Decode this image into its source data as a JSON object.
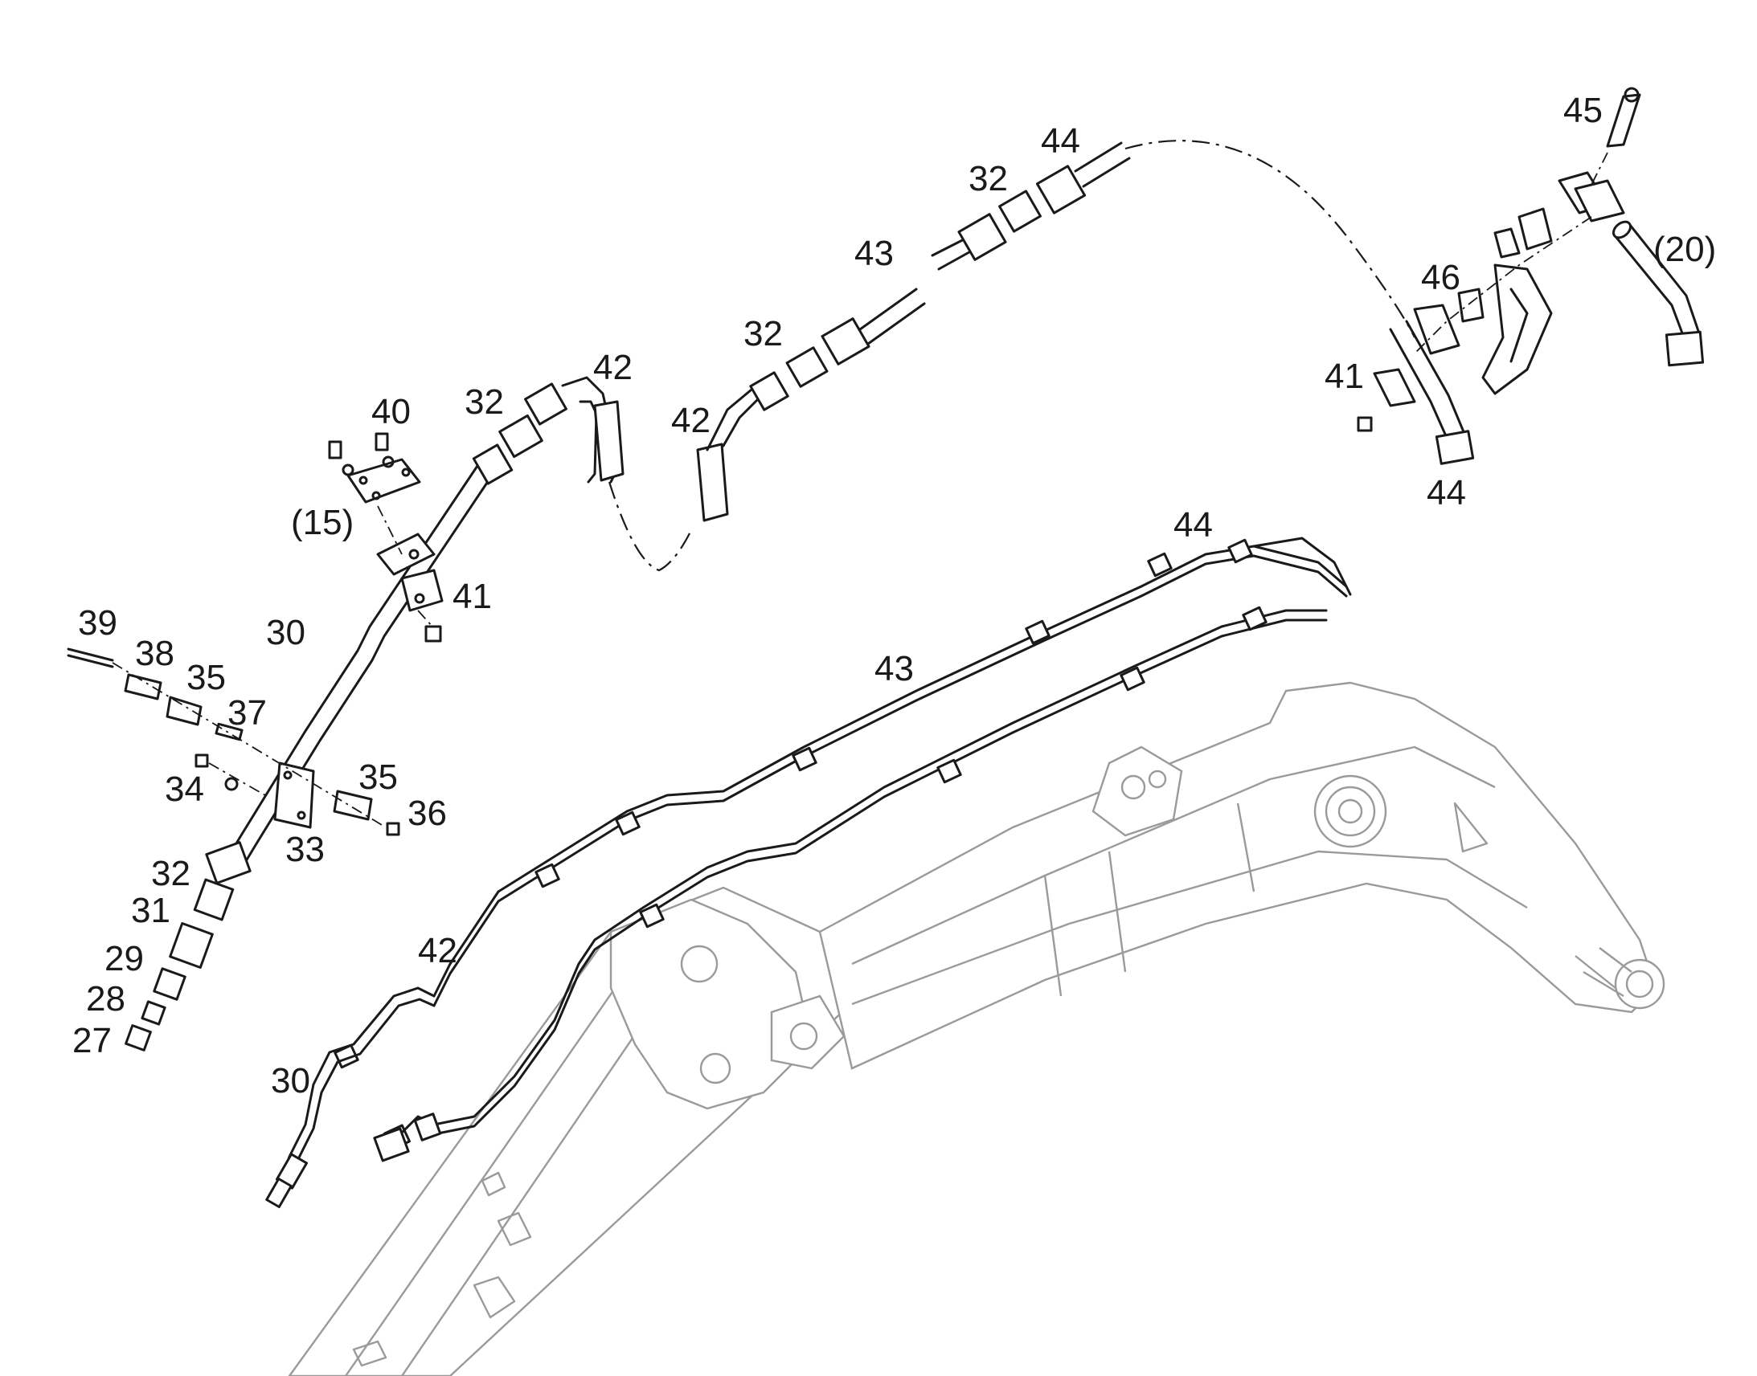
{
  "diagram": {
    "labels": {
      "l27": "27",
      "l28": "28",
      "l29": "29",
      "l30a": "30",
      "l30b": "30",
      "l31": "31",
      "l32a": "32",
      "l32b": "32",
      "l32c": "32",
      "l32d": "32",
      "l33": "33",
      "l34": "34",
      "l35a": "35",
      "l35b": "35",
      "l36": "36",
      "l37": "37",
      "l38": "38",
      "l39": "39",
      "l40": "40",
      "l41a": "41",
      "l41b": "41",
      "l42a": "42",
      "l42b": "42",
      "l42c": "42",
      "l43a": "43",
      "l43b": "43",
      "l44a": "44",
      "l44b": "44",
      "l44c": "44",
      "l45": "45",
      "l46": "46",
      "l15": "(15)",
      "l20": "(20)"
    }
  }
}
